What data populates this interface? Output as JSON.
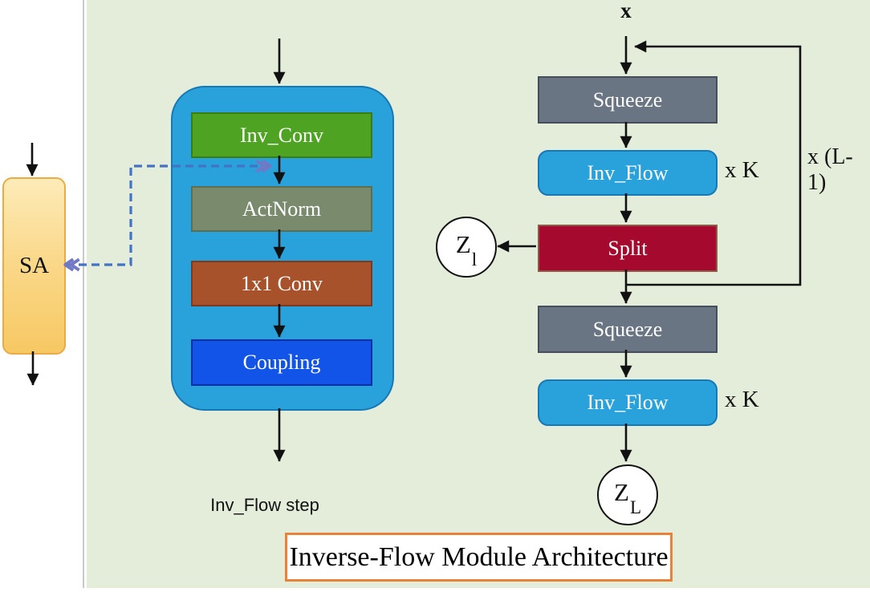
{
  "title": {
    "text": "Inverse-Flow Module Architecture"
  },
  "palette": {
    "background_green": "#E3EDDA",
    "container_blue": "#29A2DC",
    "inv_conv_green": "#4EA322",
    "actnorm_sage": "#7A8A6D",
    "conv1x1_brown": "#A8522C",
    "coupling_blue": "#1254E8",
    "squeeze_gray": "#6A7583",
    "split_crimson": "#A50A2E",
    "sa_gold": "#F7C863",
    "title_border_orange": "#E8823B",
    "dashed_arrow_blue": "#4472C4",
    "arrow_black": "#111111"
  },
  "sa_module": {
    "label": "SA"
  },
  "flow_step": {
    "caption": "Inv_Flow step",
    "layers": [
      {
        "label": "Inv_Conv",
        "color": "#4EA322"
      },
      {
        "label": "ActNorm",
        "color": "#7A8A6D"
      },
      {
        "label": "1x1 Conv",
        "color": "#A8522C"
      },
      {
        "label": "Coupling",
        "color": "#1254E8"
      }
    ]
  },
  "architecture": {
    "input_label": "x",
    "stages": [
      {
        "label": "Squeeze",
        "color": "#6A7583"
      },
      {
        "label": "Inv_Flow",
        "color": "#29A2DC"
      },
      {
        "label": "Split",
        "color": "#A50A2E"
      },
      {
        "label": "Squeeze",
        "color": "#6A7583"
      },
      {
        "label": "Inv_Flow",
        "color": "#29A2DC"
      }
    ],
    "repeat_k_label": "x K",
    "repeat_l_label": "x (L-1)",
    "latent_intermediate": {
      "base": "Z",
      "sub": "l"
    },
    "latent_final": {
      "base": "Z",
      "sub": "L"
    }
  }
}
